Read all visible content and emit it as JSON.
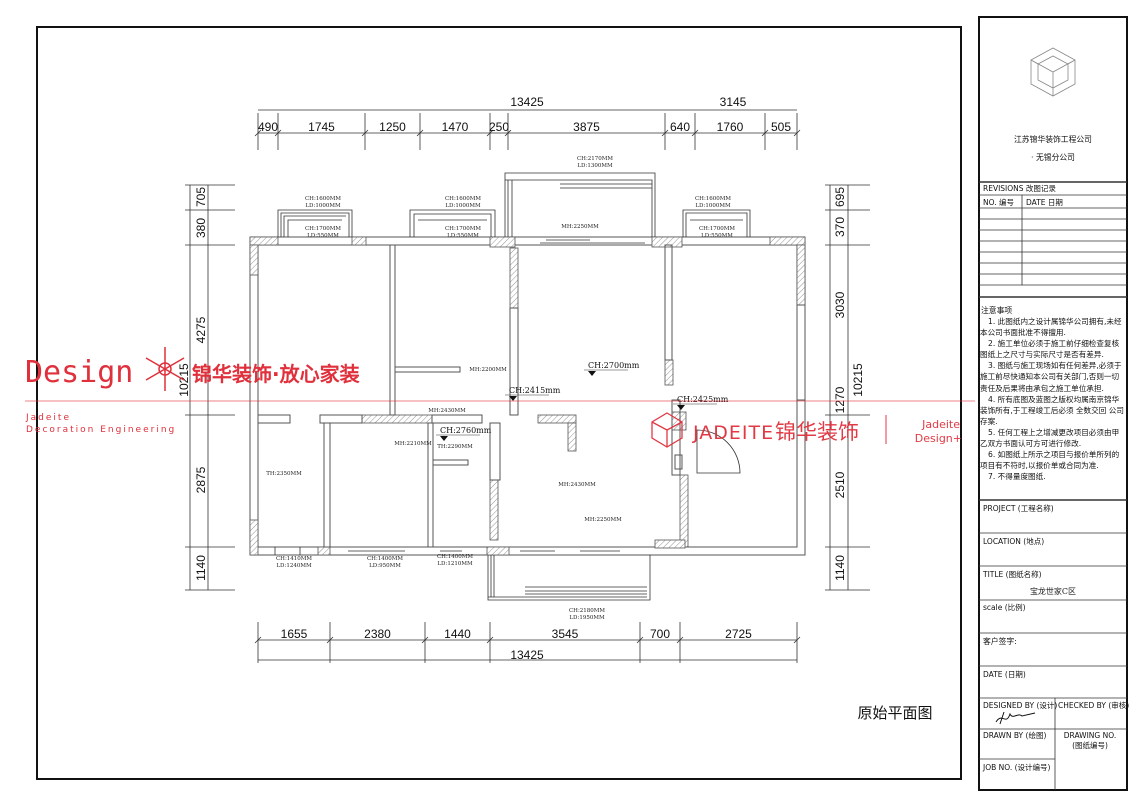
{
  "drawing": {
    "title": "原始平面图",
    "top_overall": [
      "13425",
      "3145"
    ],
    "top_segments": [
      "490",
      "1745",
      "1250",
      "1470",
      "250",
      "3875",
      "640",
      "1760",
      "505"
    ],
    "bottom_segments": [
      "1655",
      "2380",
      "1440",
      "3545",
      "700",
      "2725"
    ],
    "bottom_overall": "13425",
    "left_segments": [
      "705",
      "380",
      "4275",
      "10215",
      "2875",
      "1140"
    ],
    "right_segments": [
      "695",
      "370",
      "3030",
      "10215",
      "1270",
      "2510",
      "1140"
    ],
    "window_labels": [
      [
        "CH:2170MM",
        "LD:1300MM"
      ],
      [
        "CH:1600MM",
        "LD:1000MM"
      ],
      [
        "CH:1600MM",
        "LD:1000MM"
      ],
      [
        "CH:1600MM",
        "LD:1000MM"
      ],
      [
        "CH:1700MM",
        "LD:550MM"
      ],
      [
        "CH:1700MM",
        "LD:550MM"
      ],
      [
        "CH:1700MM",
        "LD:550MM"
      ],
      [
        "CH:1410MM",
        "LD:1240MM"
      ],
      [
        "CH:1400MM",
        "LD:950MM"
      ],
      [
        "CH:1400MM",
        "LD:1210MM"
      ],
      [
        "CH:2180MM",
        "LD:1950MM"
      ]
    ],
    "room_labels": [
      "MH:2250MM",
      "MH:2200MM",
      "MH:2430MM",
      "MH:2210MM",
      "TH:2290MM",
      "TH:2350MM",
      "MH:2430MM",
      "MH:2250MM"
    ],
    "ceiling_heights": [
      "CH:2700mm",
      "CH:2415mm",
      "CH:2425mm",
      "CH:2760mm"
    ]
  },
  "watermark": {
    "left_main": "Design",
    "left_cn": "锦华装饰·放心家装",
    "left_sub1": "Jadeite",
    "left_sub2": "Decoration Engineering",
    "center_en": "JADEITE",
    "center_cn": "锦华装饰",
    "right1": "Jadeite",
    "right2": "Design+",
    "color": "#e0303c"
  },
  "title_block": {
    "company": "江苏锦华装饰工程公司",
    "branch": "·  无锡分公司",
    "revisions": "REVISIONS 改图记录",
    "rev_no": "NO. 编号",
    "rev_date": "DATE 日期",
    "notes_title": "注意事项",
    "notes": [
      "1. 此图纸内之设计属锦华公司拥有,未经本公司书面批准不得擅用.",
      "2. 施工单位必须于施工前仔细检查复核图纸上之尺寸与实际尺寸是否有差异.",
      "3. 图纸与施工现场如有任何差异,必须于施工前尽快通知本公司有关部门,否则一切责任及后果将由承包之施工单位承担.",
      "4. 所有底图及蓝图之版权均属南京锦华装饰所有,于工程竣工后必须 全数交回 公司存案.",
      "5. 任何工程上之增减更改项目必须由甲乙双方书面认可方可进行修改.",
      "6. 如图纸上所示之项目与报价单所列的项目有不符时,以报价单或合同为准.",
      "7. 不得量度图纸."
    ],
    "project": "PROJECT (工程名称)",
    "location": "LOCATION (地点)",
    "title_label": "TITLE (图纸名称)",
    "title_value": "宝龙世家C区",
    "scale": "scale  (比例)",
    "client_sign": "客户签字:",
    "date": "DATE (日期)",
    "designed_by": "DESIGNED BY (设计)",
    "checked_by": "CHECKED BY (审核)",
    "drawn_by": "DRAWN BY (绘图)",
    "drawing_no": "DRAWING NO.",
    "drawing_no_cn": "(图纸编号)",
    "job_no": "JOB NO. (设计编号)"
  }
}
